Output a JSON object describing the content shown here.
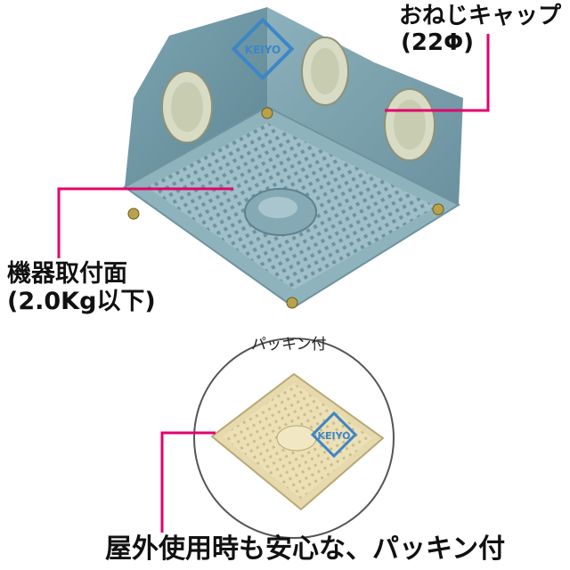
{
  "callouts": {
    "cap_line1": "おねじキャップ",
    "cap_line2": "(22Φ)",
    "face_line1": "機器取付面",
    "face_line2": "(2.0Kg以下)",
    "packing_small": "パッキン付",
    "bottom_caption": "屋外使用時も安心な、パッキン付"
  },
  "logos": {
    "main": "KEIYO",
    "inset": "KEIYO"
  },
  "colors": {
    "box_body": "#7fa7b2",
    "box_face": "#9bbcc6",
    "cap": "#d9dcc4",
    "gasket": "#e6d9ad",
    "leader": "#e3006d",
    "logo": "#3c86c8"
  }
}
